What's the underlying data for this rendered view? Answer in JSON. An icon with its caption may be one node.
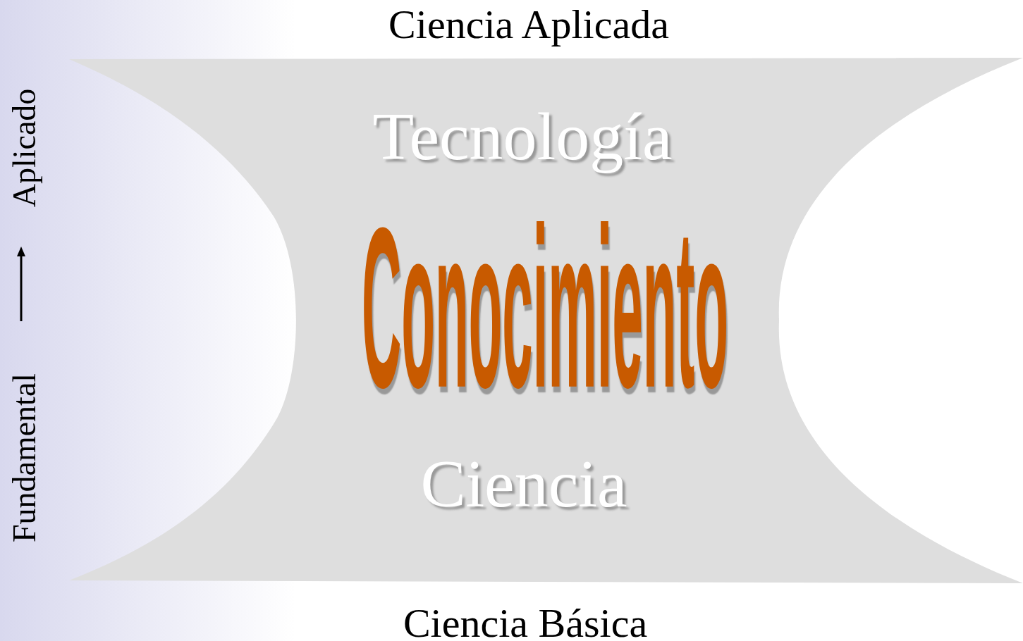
{
  "diagram": {
    "nodes": [
      {
        "text": [
          "Tecnología",
          "Conocimiento",
          "Ciencia"
        ]
      }
    ],
    "edges": [],
    "labels": [
      "Ciencia Aplicada",
      "Aplicado",
      "Fundamental",
      "Ciencia Básica"
    ]
  }
}
